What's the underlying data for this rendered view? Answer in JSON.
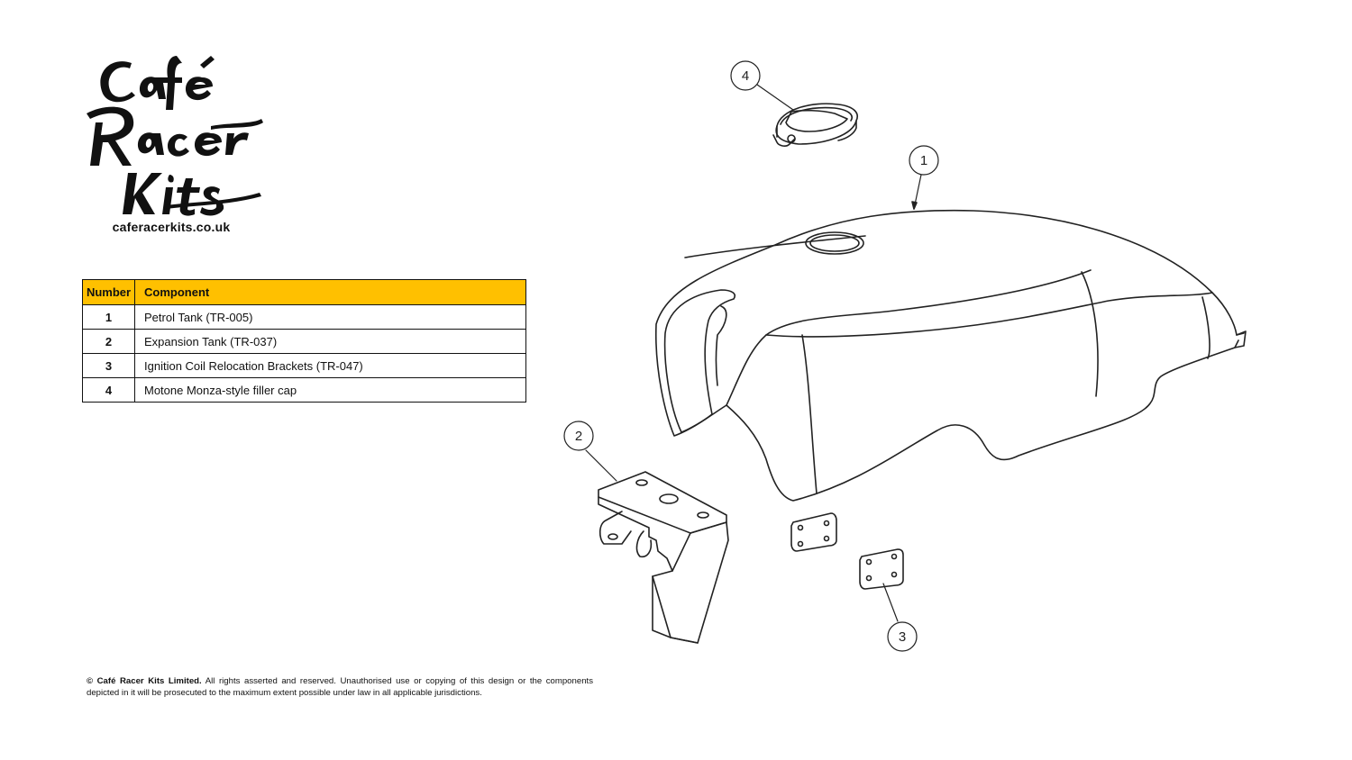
{
  "brand": {
    "logo_text": "Café Racer Kits",
    "website": "caferacerkits.co.uk"
  },
  "parts_table": {
    "headers": {
      "number": "Number",
      "component": "Component"
    },
    "rows": [
      {
        "number": "1",
        "component": "Petrol Tank (TR-005)"
      },
      {
        "number": "2",
        "component": "Expansion Tank (TR-037)"
      },
      {
        "number": "3",
        "component": "Ignition Coil Relocation Brackets (TR-047)"
      },
      {
        "number": "4",
        "component": "Motone Monza-style filler cap"
      }
    ],
    "header_color": "#ffc000"
  },
  "diagram": {
    "callouts": [
      "1",
      "2",
      "3",
      "4"
    ]
  },
  "footer": {
    "copyright_bold": "© Café Racer Kits Limited.",
    "copyright_text": "All rights asserted and reserved. Unauthorised use or copying of this design or the components depicted in it will be prosecuted to the maximum extent possible under law in all applicable jurisdictions."
  }
}
